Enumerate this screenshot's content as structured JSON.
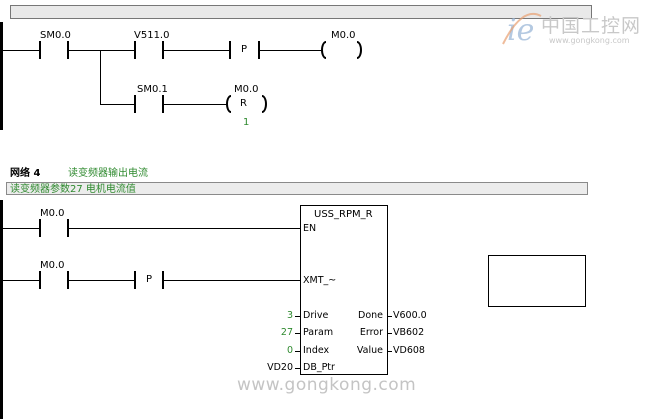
{
  "network3": {
    "contacts": [
      {
        "label": "SM0.0"
      },
      {
        "label": "V511.0"
      },
      {
        "label": "SM0.1"
      }
    ],
    "p_label": "P",
    "coil_set": {
      "label": "M0.0"
    },
    "coil_reset": {
      "label": "M0.0",
      "inner": "R",
      "count": "1"
    }
  },
  "network4": {
    "header": "网络 4",
    "title": "读变频器输出电流",
    "comment": "读变频器参数27 电机电流值",
    "contacts": [
      {
        "label": "M0.0"
      },
      {
        "label": "M0.0"
      }
    ],
    "p_label": "P",
    "block": {
      "title": "USS_RPM_R",
      "en": "EN",
      "xmt": "XMT_~",
      "inputs": [
        {
          "pin": "Drive",
          "value": "3"
        },
        {
          "pin": "Param",
          "value": "27"
        },
        {
          "pin": "Index",
          "value": "0"
        },
        {
          "pin": "DB_Ptr",
          "value": "VD20"
        }
      ],
      "outputs": [
        {
          "pin": "Done",
          "value": "V600.0"
        },
        {
          "pin": "Error",
          "value": "VB602"
        },
        {
          "pin": "Value",
          "value": "VD608"
        }
      ]
    }
  },
  "watermark": {
    "logo_cn": "中国工控网",
    "logo_url": "www.gongkong.com",
    "bottom": "www.gongkong.com"
  }
}
